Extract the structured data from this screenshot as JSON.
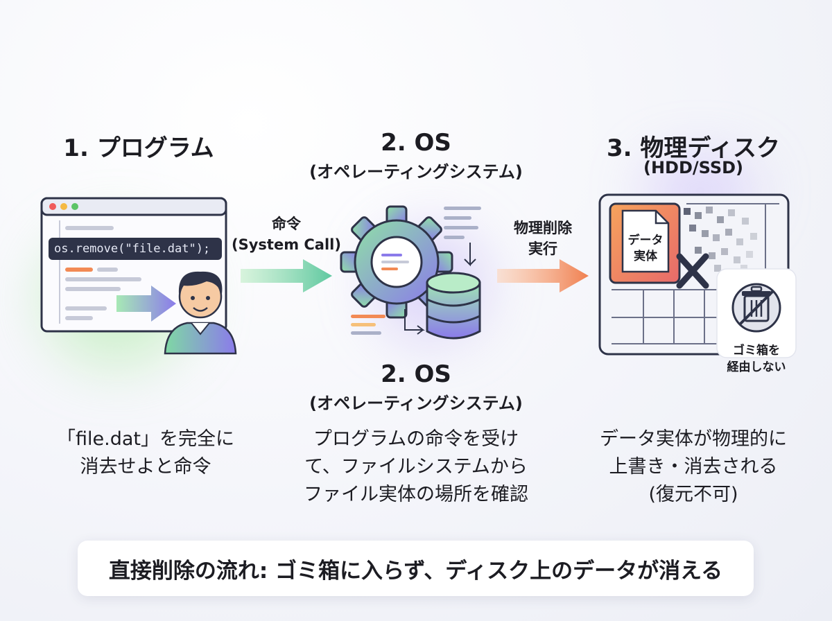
{
  "steps": [
    {
      "title": "1. プログラム",
      "description_lines": [
        "「file.dat」を完全に",
        "消去せよと命令"
      ]
    },
    {
      "title": "2. OS",
      "subtitle": "(オペレーティングシステム)",
      "description_lines": [
        "プログラムの命令を受け",
        "て、ファイルシステムから",
        "ファイル実体の場所を確認"
      ]
    },
    {
      "title": "3. 物理ディスク",
      "subtitle": "(HDD/SSD)",
      "description_lines": [
        "データ実体が物理的に",
        "上書き・消去される",
        "(復元不可)"
      ]
    }
  ],
  "os_caption": {
    "title": "2. OS",
    "subtitle": "(オペレーティングシステム)"
  },
  "code": "os.remove(\"file.dat\");",
  "arrow1": {
    "line1": "命令",
    "line2": "(System Call)"
  },
  "arrow2": {
    "line1": "物理削除",
    "line2": "実行"
  },
  "data_file": {
    "line1": "データ",
    "line2": "実体"
  },
  "trash_badge": {
    "line1": "ゴミ箱を",
    "line2": "経由しない"
  },
  "footer": "直接削除の流れ: ゴミ箱に入らず、ディスク上のデータが消える",
  "colors": {
    "accent_green": "#7fd8a4",
    "accent_purple": "#8b7bea",
    "accent_orange": "#f28a55",
    "dark": "#2e3348"
  }
}
